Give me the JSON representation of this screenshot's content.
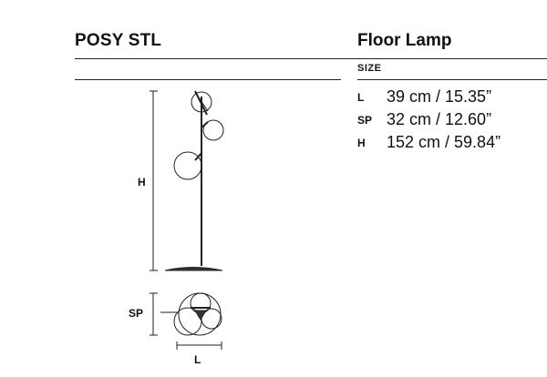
{
  "header": {
    "product_name": "POSY STL",
    "product_type": "Floor Lamp"
  },
  "specs": {
    "section_label": "SIZE",
    "rows": [
      {
        "key": "L",
        "value": "39 cm / 15.35”"
      },
      {
        "key": "SP",
        "value": "32 cm / 12.60”"
      },
      {
        "key": "H",
        "value": "152 cm / 59.84”"
      }
    ]
  },
  "drawing": {
    "height_label": "H",
    "depth_label": "SP",
    "length_label": "L"
  }
}
